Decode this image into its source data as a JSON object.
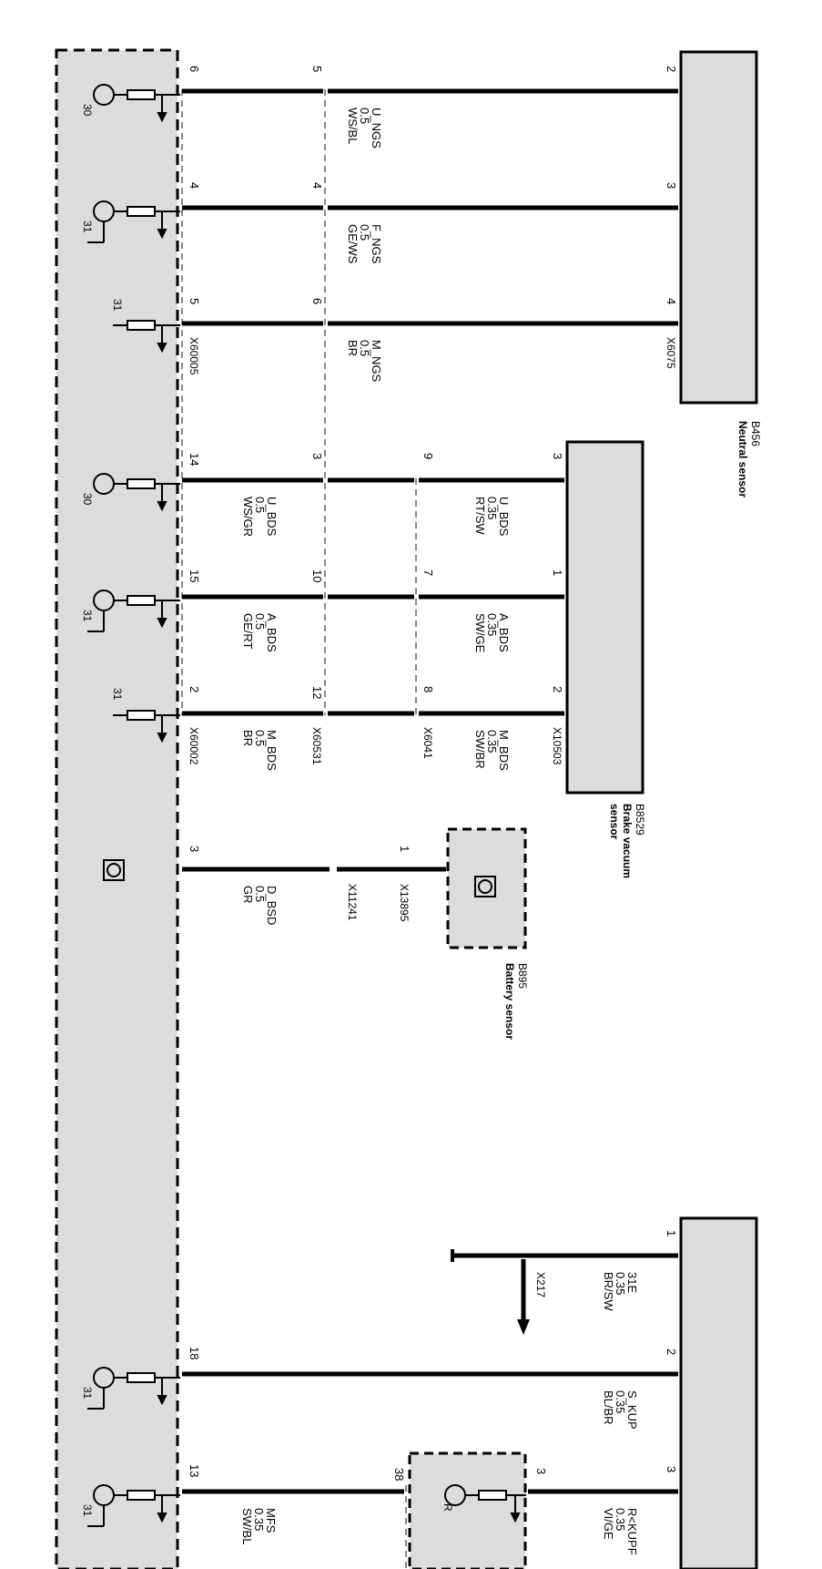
{
  "components": {
    "neutral_sensor": {
      "id": "B456",
      "name": "Neutral sensor",
      "connector": "X6075"
    },
    "brake_sensor": {
      "id": "B8529",
      "name_l1": "Brake vacuum",
      "name_l2": "sensor",
      "connector": "X10503"
    },
    "battery_sensor": {
      "id": "B895",
      "name": "Battery sensor"
    }
  },
  "connectors": {
    "left": "X60005",
    "left_bds": "X60002",
    "mid_bds": "X60531",
    "inner_bds": "X6041",
    "bsd_a": "X11241",
    "bsd_b": "X13895",
    "ground": "X217"
  },
  "ngs_wires": [
    {
      "name": "U_NGS",
      "size": "0.5",
      "color": "WS/BL",
      "pin_left": "6",
      "pin_mid": "5",
      "pin_right": "2",
      "supply": "30"
    },
    {
      "name": "F_NGS",
      "size": "0.5",
      "color": "GE/WS",
      "pin_left": "4",
      "pin_mid": "4",
      "pin_right": "3",
      "supply": "31"
    },
    {
      "name": "M_NGS",
      "size": "0.5",
      "color": "BR",
      "pin_left": "5",
      "pin_mid": "6",
      "pin_right": "4",
      "supply": "31"
    }
  ],
  "bds_wires": [
    {
      "name": "U_BDS",
      "size": "0.5",
      "color": "WS/GR",
      "pin_left": "14",
      "pin_mid": "3",
      "inner_pin": "9",
      "inner_name": "U_BDS",
      "inner_size": "0.35",
      "inner_color": "RT/SW",
      "pin_right": "3",
      "supply": "30"
    },
    {
      "name": "A_BDS",
      "size": "0.5",
      "color": "GE/RT",
      "pin_left": "15",
      "pin_mid": "10",
      "inner_pin": "7",
      "inner_name": "A_BDS",
      "inner_size": "0.35",
      "inner_color": "SW/GE",
      "pin_right": "1",
      "supply": "31"
    },
    {
      "name": "M_BDS",
      "size": "0.5",
      "color": "BR",
      "pin_left": "2",
      "pin_mid": "12",
      "inner_pin": "8",
      "inner_name": "M_BDS",
      "inner_size": "0.35",
      "inner_color": "SW/BR",
      "pin_right": "2",
      "supply": "31"
    }
  ],
  "bsd_wire": {
    "name": "D_BSD",
    "size": "0.5",
    "color": "GR",
    "pin_left": "3",
    "pin_right": "1"
  },
  "bottom_wires": [
    {
      "name": "31E",
      "size": "0.35",
      "color": "BR/SW",
      "pin_right": "1"
    },
    {
      "name": "S_KUP",
      "size": "0.35",
      "color": "BL/BR",
      "pin_left": "18",
      "pin_right": "2",
      "supply": "31"
    },
    {
      "name": "MFS",
      "size": "0.35",
      "color": "SW/BL",
      "pin_left": "13",
      "pin_mid": "38",
      "supply": "31"
    },
    {
      "name": "R<KUPF",
      "size": "0.35",
      "color": "VI/GE",
      "pin_mid": "3",
      "pin_right": "3"
    }
  ],
  "relay_label": "R"
}
